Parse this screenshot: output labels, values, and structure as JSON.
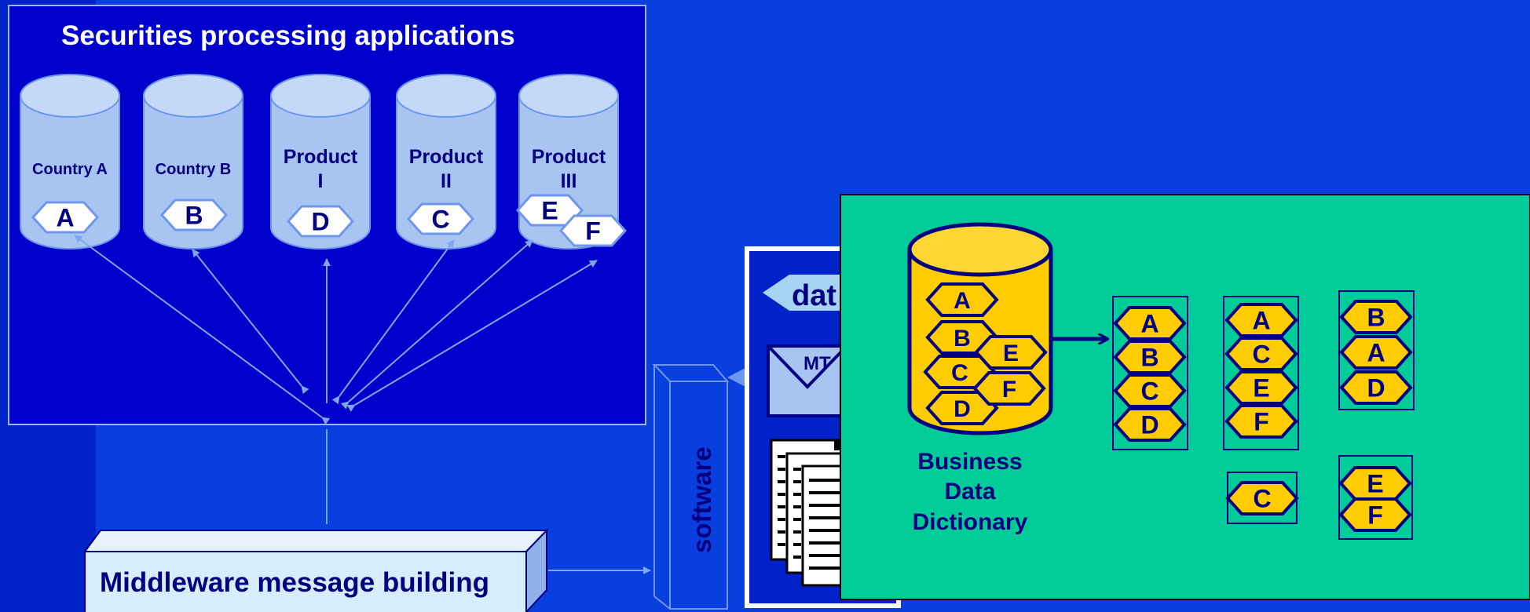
{
  "colors": {
    "background": "#0a3fdf",
    "left_strip": "#0022c8",
    "apps_panel": "#0000cc",
    "cylinder_fill": "#a8c4f0",
    "cylinder_top": "#c4d8f8",
    "arrow": "#7fa6f2",
    "dictionary_panel": "#00cc99",
    "gold": "#ffcc00",
    "navy": "#000080"
  },
  "apps_panel": {
    "title": "Securities processing applications",
    "cylinders": [
      {
        "label_lines": [
          "Country  A"
        ],
        "tags": [
          "A"
        ]
      },
      {
        "label_lines": [
          "Country B"
        ],
        "tags": [
          "B"
        ]
      },
      {
        "label_lines": [
          "Product",
          "I"
        ],
        "tags": [
          "D"
        ]
      },
      {
        "label_lines": [
          "Product",
          "II"
        ],
        "tags": [
          "C"
        ]
      },
      {
        "label_lines": [
          "Product",
          "III"
        ],
        "tags": [
          "E",
          "F"
        ]
      }
    ]
  },
  "middleware": {
    "label": "Middleware message building"
  },
  "software": {
    "label": "software"
  },
  "message_panel": {
    "data_tag": "dat",
    "envelope_label": "MT"
  },
  "dictionary": {
    "db_tags": [
      "A",
      "B",
      "C",
      "D",
      "E",
      "F"
    ],
    "caption_lines": [
      "Business",
      "Data",
      "Dictionary"
    ],
    "stacks": [
      [
        "A",
        "B",
        "C",
        "D"
      ],
      [
        "A",
        "C",
        "E",
        "F"
      ],
      [
        "B",
        "A",
        "D"
      ],
      [
        "C"
      ],
      [
        "E",
        "F"
      ]
    ]
  }
}
